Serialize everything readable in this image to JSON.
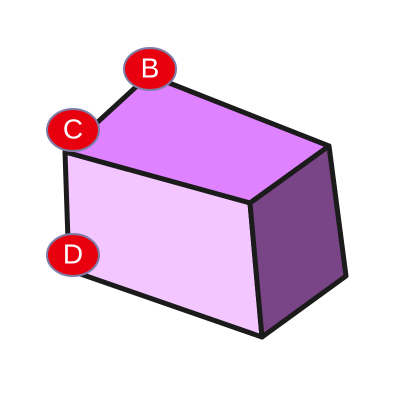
{
  "diagram": {
    "colors": {
      "top_face": "#DF82FF",
      "front_face": "#F3C6FF",
      "side_face": "#7A4587",
      "edge": "#1B1B1B",
      "label_fill": "#E9000F",
      "label_stroke": "#7D7DA8",
      "label_text": "#FFFFFF"
    },
    "labels": {
      "b": "B",
      "c": "C",
      "d": "D"
    }
  }
}
